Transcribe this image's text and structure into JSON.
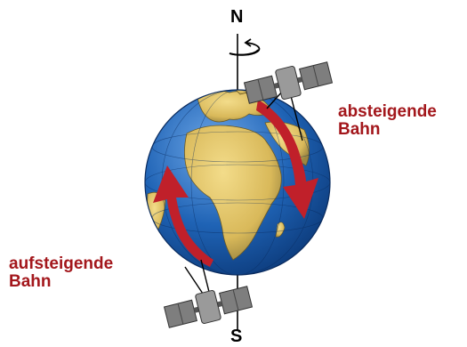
{
  "labels": {
    "north": "N",
    "south": "S",
    "descending_line1": "absteigende",
    "descending_line2": "Bahn",
    "ascending_line1": "aufsteigende",
    "ascending_line2": "Bahn"
  },
  "colors": {
    "text_red": "#a3171c",
    "arrow_red": "#c0202a",
    "ocean": "#1f63b5",
    "ocean_dark": "#0c3a7a",
    "land": "#e2c66a",
    "land_dark": "#8a7a3a",
    "satellite": "#7a7a7a",
    "background": "#ffffff"
  },
  "icons": {
    "globe": "earth-globe-icon",
    "rotation": "rotation-arrow-icon",
    "satellite": "satellite-icon"
  }
}
